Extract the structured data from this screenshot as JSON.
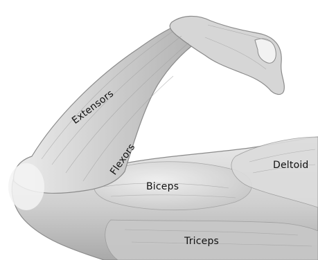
{
  "figure": {
    "labels": {
      "extensors": "Extensors",
      "flexors": "Flexors",
      "biceps": "Biceps",
      "deltoid": "Deltoid",
      "triceps": "Triceps"
    },
    "colors": {
      "background": "#ffffff",
      "muscle_fill": "#d9d9d9",
      "muscle_shadow": "#9a9a9a",
      "outline": "#8a8a8a",
      "label_text": "#111111"
    }
  }
}
